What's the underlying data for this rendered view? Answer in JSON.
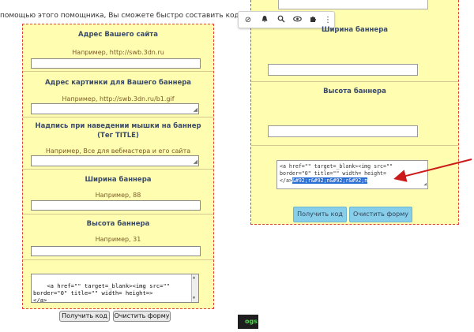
{
  "intro_text": "помощью этого помощника, Вы сможете быстро составить код своего баннера",
  "form": {
    "site_label": "Адрес Вашего сайта",
    "site_example": "Например, http://swb.3dn.ru",
    "image_label": "Адрес картинки для Вашего баннера",
    "image_example": "Например, http://swb.3dn.ru/b1.gif",
    "title_label_line1": "Надпись при наведении мышки на баннер",
    "title_label_line2": "(Тег TITLE)",
    "title_example": "Например, Все для вебмастера и его сайта",
    "width_label": "Ширина баннера",
    "width_example": "Например, 88",
    "height_label": "Высота баннера",
    "height_example": "Например, 31",
    "code_output": "<a href=\"\" target=_blank><img src=\"\"\nborder=\"0\" title=\"\" width= height=>\n</a>",
    "get_code_button": "Получить код",
    "clear_button": "Очистить форму"
  },
  "screenshot": {
    "width_label": "Ширина баннера",
    "height_label": "Высота баннера",
    "code_plain": "<a href=\"\" target=_blank><img src=\"\"\nborder=\"0\" title=\"\" width= height=\n</a>",
    "code_selected": "&#92;r&#92;n&#92;r&#92;n",
    "get_code_button": "Получить код",
    "clear_button": "Очистить форму",
    "arrow_color": "#cc1a1a"
  },
  "toolbar_icons": [
    "block-icon",
    "bell-icon",
    "search-icon",
    "eye-icon",
    "puzzle-icon",
    "more-icon"
  ],
  "logo_text": "ogs",
  "colors": {
    "panel_bg": "#fffeb0",
    "border_dashed": "#e04040",
    "label_text": "#3a4a6a",
    "example_text": "#7a5a2a",
    "blue_button": "#87ceeb",
    "selection": "#2a6fd6"
  }
}
